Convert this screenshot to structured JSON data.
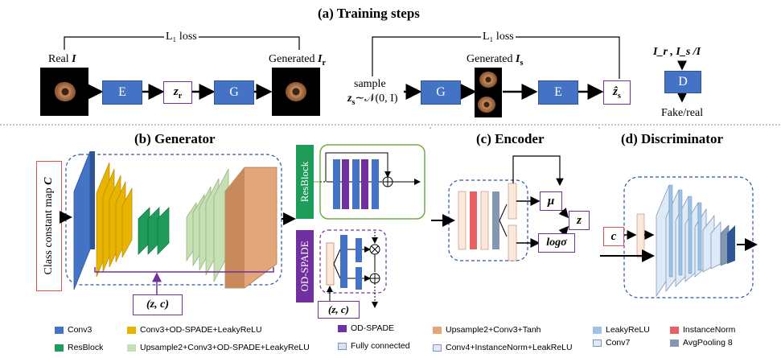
{
  "sections": {
    "training_title": "(a) Training steps",
    "generator_title": "(b) Generator",
    "encoder_title": "(c) Encoder",
    "discriminator_title": "(d) Discriminator"
  },
  "training": {
    "loss_label_1": "L₁ loss",
    "loss_label_2": "L₁ loss",
    "real_label": "Real",
    "real_var": "I",
    "generated_r_label": "Generated",
    "generated_r_var": "I",
    "generated_r_sub": "r",
    "encoder_label": "E",
    "generator_label": "G",
    "zr_var": "z",
    "zr_sub": "r",
    "sample_label": "sample",
    "sample_formula_var": "z",
    "sample_formula_sub": "s",
    "sample_formula_rest": "∼𝒩(0, I)",
    "generated_s_label": "Generated",
    "generated_s_var": "I",
    "generated_s_sub": "s",
    "encoder_label_2": "E",
    "generator_label_2": "G",
    "zs_hat_var": "ẑ",
    "zs_hat_sub": "s",
    "disc_inputs": "I_r , I_s /I",
    "disc_label": "D",
    "disc_output": "Fake/real"
  },
  "generator": {
    "class_map_label": "Class constant map",
    "class_map_var": "C",
    "zc_label": "(z, c)",
    "resblock_label": "ResBlock",
    "odspade_label": "OD-SPADE",
    "zc_label_2": "(z, c)"
  },
  "encoder": {
    "mu_label": "μ",
    "logsigma_label": "logσ",
    "z_label": "z"
  },
  "discriminator": {
    "c_label": "c"
  },
  "legend": [
    {
      "label": "Conv3",
      "color": "#4472c4"
    },
    {
      "label": "Conv3+OD-SPADE+LeakyReLU",
      "color": "#e8b400"
    },
    {
      "label": "OD-SPADE",
      "color": "#7030a0"
    },
    {
      "label": "Upsample2+Conv3+Tanh",
      "color": "#e3a57a"
    },
    {
      "label": "LeakyReLU",
      "color": "#9dc3e6"
    },
    {
      "label": "InstanceNorm",
      "color": "#e86060"
    },
    {
      "label": "ResBlock",
      "color": "#1f9c5a"
    },
    {
      "label": "Upsample2+Conv3+OD-SPADE+LeakyReLU",
      "color": "#c5e0b4"
    },
    {
      "label": "Fully connected",
      "color": "#dae3f3"
    },
    {
      "label": "Conv4+InstanceNorm+LeakReLU",
      "color": "#deebf7"
    },
    {
      "label": "Conv7",
      "color": "#deebf7"
    },
    {
      "label": "AvgPooling 8",
      "color": "#8497b0"
    }
  ],
  "colors": {
    "conv3": "#4472c4",
    "conv3_spade": "#e8b400",
    "odspade": "#7030a0",
    "tanh": "#e3a57a",
    "resblock": "#1f9c5a",
    "upsample": "#c5e0b4",
    "instance_norm": "#e86060",
    "fc": "#fde9d9",
    "dashed_blue": "#2f5597",
    "dashed_purple": "#7030a0",
    "green_box": "#70ad47",
    "red_box": "#e05050"
  }
}
